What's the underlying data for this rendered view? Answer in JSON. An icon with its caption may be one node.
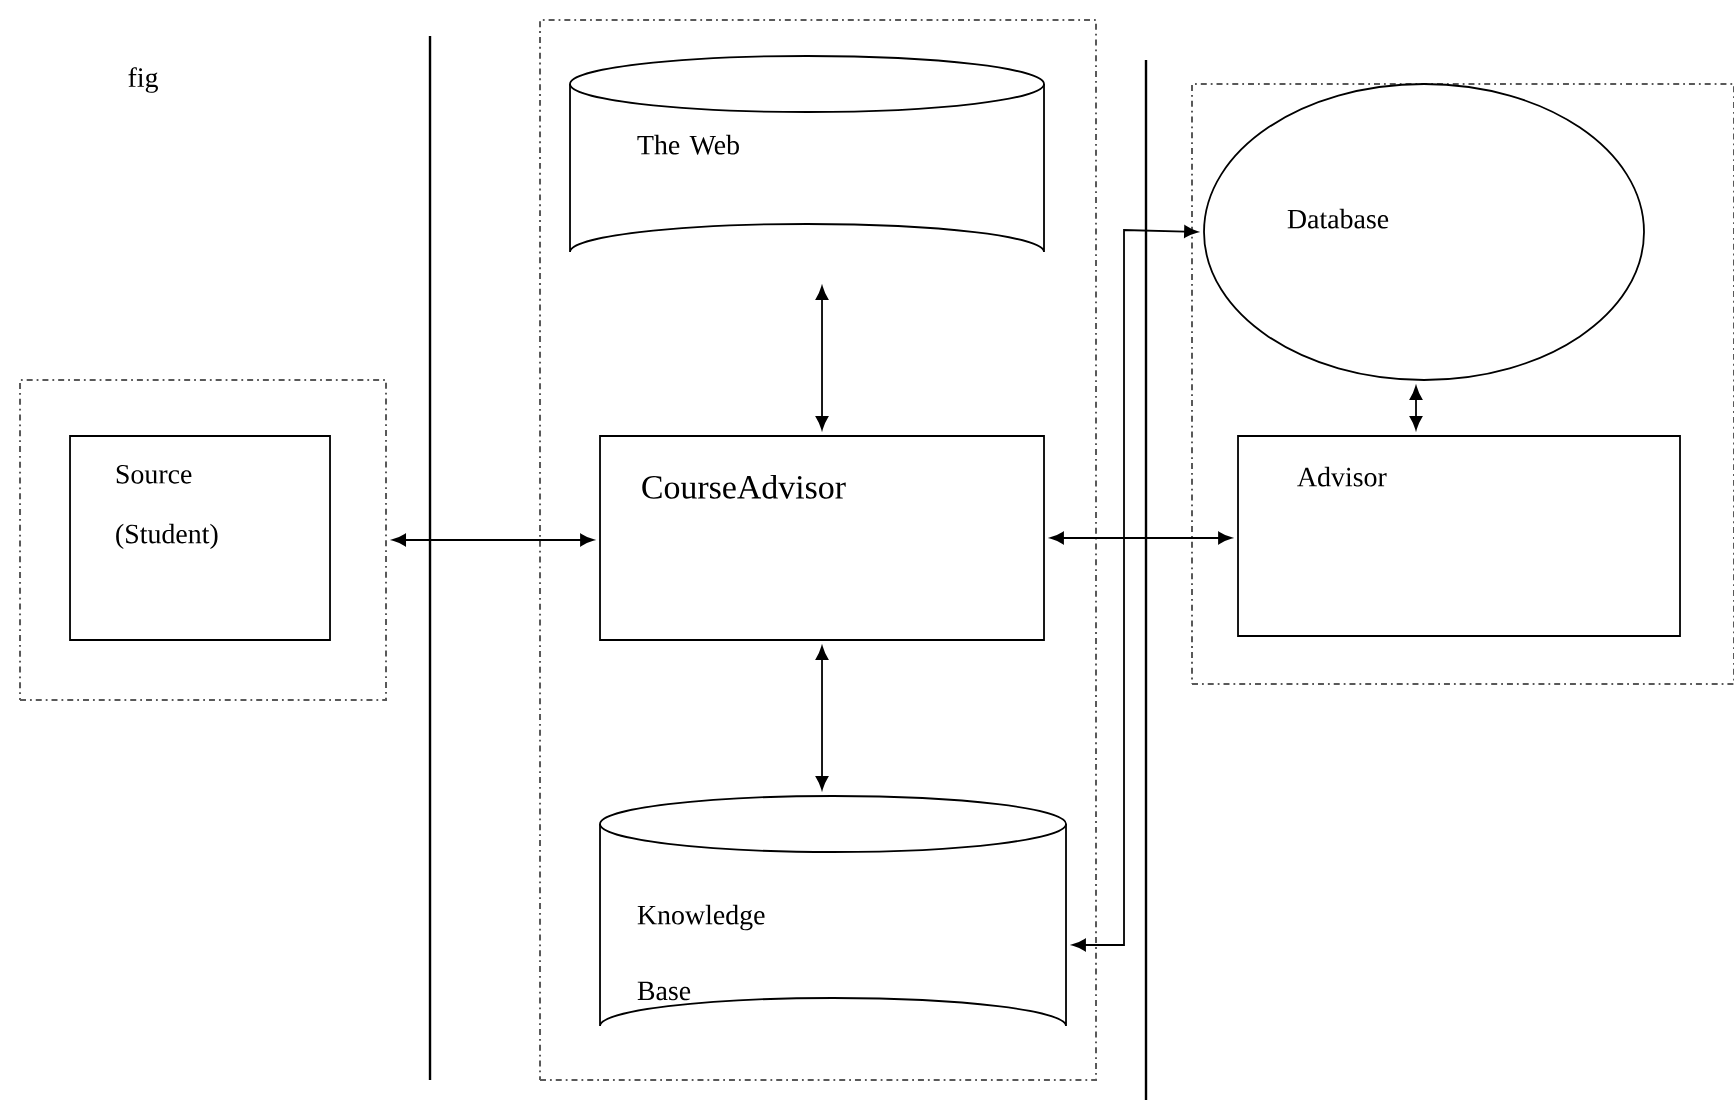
{
  "diagram": {
    "nodes": [
      {
        "text": [],
        "shape": "box"
      },
      {
        "text": [
          "Source (Student)"
        ],
        "in": 0
      },
      {
        "text": [],
        "shape": "box"
      },
      {
        "text": [
          "The Web"
        ],
        "in": 2
      },
      {
        "text": [
          "CourseAdvisor"
        ],
        "in": 2
      },
      {
        "text": [
          "Knowledge Base"
        ],
        "in": 2
      },
      {
        "text": [],
        "shape": "box"
      },
      {
        "text": [
          "Database"
        ],
        "in": 6
      },
      {
        "text": [
          "Advisor"
        ],
        "in": 6
      }
    ],
    "edges": [
      {
        "from": 0,
        "to": 4,
        "arrow": "both"
      },
      {
        "from": 3,
        "to": 4,
        "arrow": "both"
      },
      {
        "from": 4,
        "to": 5,
        "arrow": "both"
      },
      {
        "from": 4,
        "to": 8,
        "arrow": "both"
      },
      {
        "from": 7,
        "to": 8,
        "arrow": "both"
      },
      {
        "from": 5,
        "to": 7,
        "arrow": "both"
      }
    ],
    "labels": [
      "fig"
    ]
  }
}
